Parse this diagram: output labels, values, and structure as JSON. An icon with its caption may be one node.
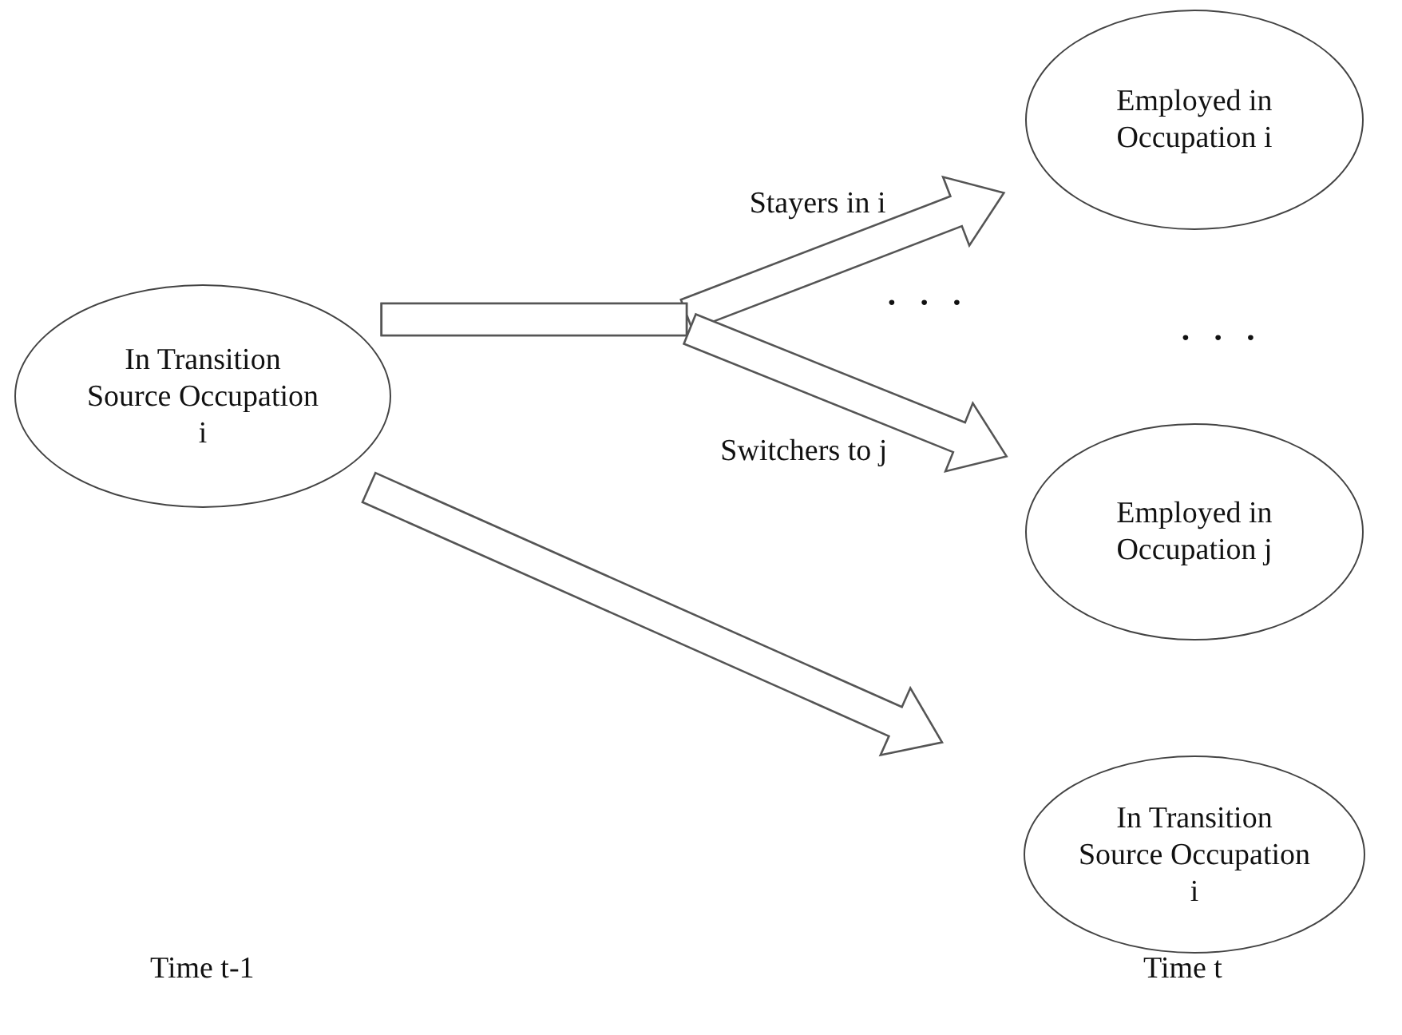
{
  "diagram": {
    "nodes": [
      {
        "text": [
          "In Transition Source Occupation i"
        ]
      },
      {
        "text": [
          "Employed in Occupation i"
        ]
      },
      {
        "text": [
          "Employed in Occupation j"
        ]
      },
      {
        "text": [
          "In Transition Source Occupation i"
        ]
      }
    ],
    "edges": [
      {
        "from": 0,
        "to": 1,
        "arrow": "to",
        "label": "Stayers in i"
      },
      {
        "from": 0,
        "to": 2,
        "arrow": "to",
        "label": "Switchers to j"
      },
      {
        "from": 0,
        "to": 3,
        "arrow": "to"
      }
    ],
    "labels": [
      "• • •",
      "• • •",
      "Time t-1",
      "Time t"
    ]
  }
}
